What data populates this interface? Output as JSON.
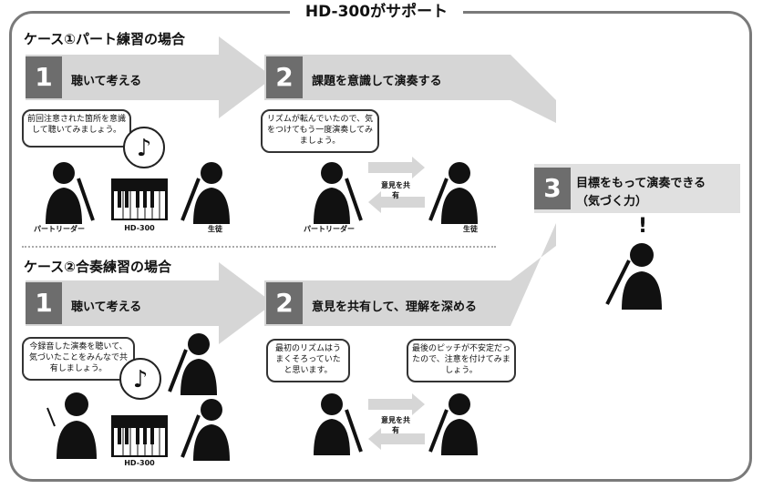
{
  "header": {
    "title": "HD-300がサポート"
  },
  "case1": {
    "title": "ケース①パート練習の場合",
    "step1": {
      "num": "1",
      "label": "聴いて考える"
    },
    "step2": {
      "num": "2",
      "label": "課題を意識して演奏する"
    },
    "bubble1": "前回注意された箇所を意識して聴いてみましょう。",
    "bubble2": "リズムが転んでいたので、気をつけてもう一度演奏してみましょう。",
    "label_leader": "パートリーダー",
    "label_device": "HD-300",
    "label_student": "生徒",
    "label_leader2": "パートリーダー",
    "label_student2": "生徒",
    "exchange": "意見を共有"
  },
  "case2": {
    "title": "ケース②合奏練習の場合",
    "step1": {
      "num": "1",
      "label": "聴いて考える"
    },
    "step2": {
      "num": "2",
      "label": "意見を共有して、理解を深める"
    },
    "bubble1": "今録音した演奏を聴いて、気づいたことをみんなで共有しましょう。",
    "bubble2": "最初のリズムはうまくそろっていたと思います。",
    "bubble3": "最後のピッチが不安定だったので、注意を付けてみましょう。",
    "label_device": "HD-300",
    "exchange": "意見を共有"
  },
  "step3": {
    "num": "3",
    "label_line1": "目標をもって演奏できる",
    "label_line2": "（気づく力）",
    "mark": "!"
  },
  "colors": {
    "arrow": "#d6d6d6",
    "numbox": "#6d6d6d",
    "border": "#7a7a7a"
  }
}
